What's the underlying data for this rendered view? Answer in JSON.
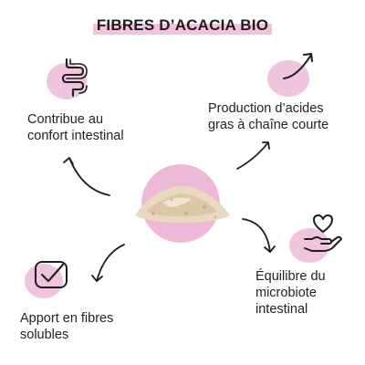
{
  "title": "FIBRES D’ACACIA BIO",
  "benefits": {
    "intestinal_comfort": "Contribue au\nconfort intestinal",
    "fatty_acids": "Production d’acides\ngras à chaîne courte",
    "soluble_fibres": "Apport en fibres\nsolubles",
    "microbiota": "Équilibre du\nmicrobiote\nintestinal"
  },
  "icons": {
    "intestinal_comfort": "intestine-icon",
    "fatty_acids": "arrow-up-icon",
    "soluble_fibres": "checkmark-icon",
    "microbiota": "heart-hand-icon",
    "center": "acacia-powder-image"
  },
  "colors": {
    "accent_pink": "#f0c4de",
    "title_highlight": "#f3c2dc",
    "text": "#222222",
    "powder": "#e6d6bd"
  }
}
